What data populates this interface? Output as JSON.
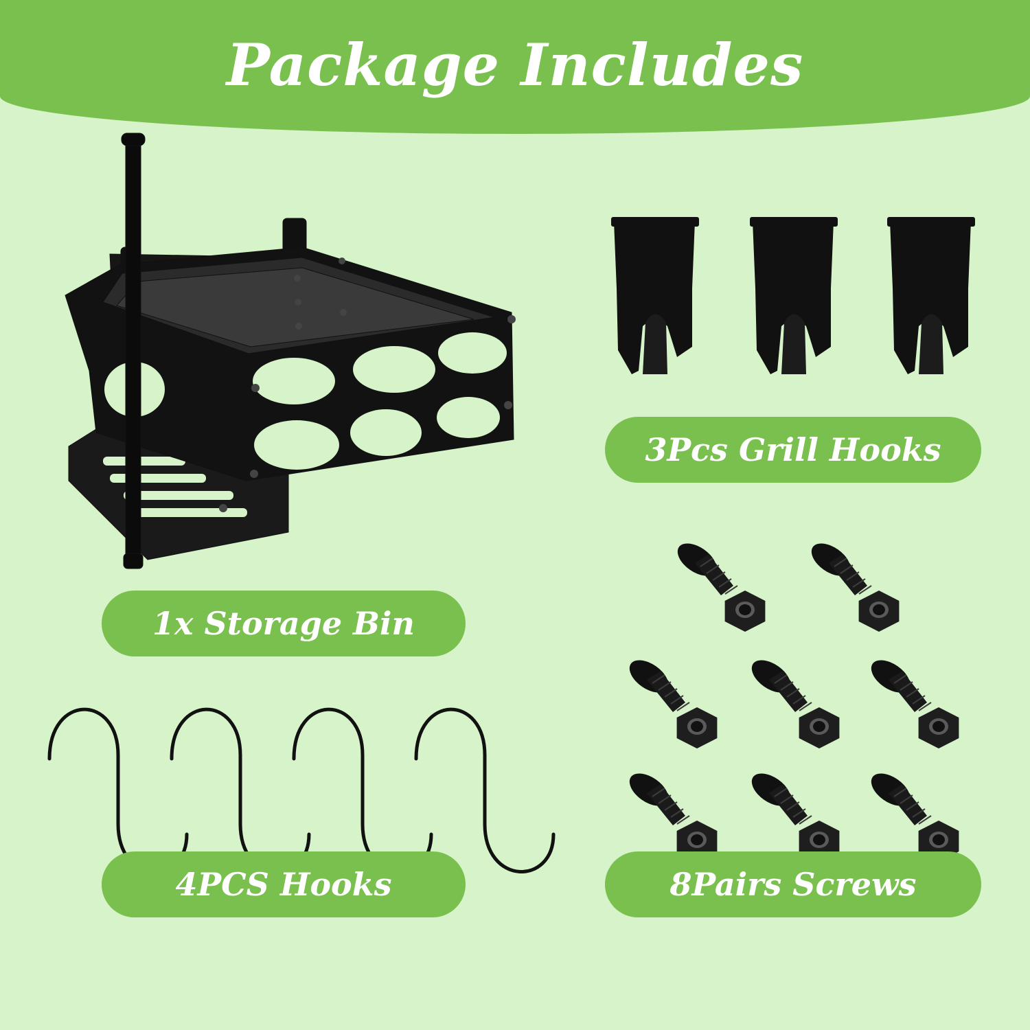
{
  "header": {
    "title": "Package Includes"
  },
  "items": [
    {
      "label": "3Pcs Grill Hooks",
      "icon": "grill-hook-icon",
      "count": 3
    },
    {
      "label": "1x Storage Bin",
      "icon": "storage-bin-icon",
      "count": 1
    },
    {
      "label": "4PCS Hooks",
      "icon": "s-hook-icon",
      "count": 4
    },
    {
      "label": "8Pairs Screws",
      "icon": "screw-nut-icon",
      "count": 8
    }
  ],
  "colors": {
    "background": "#d6f3c9",
    "accent_green": "#79c04e",
    "text": "#ffffff",
    "product_black": "#111111"
  }
}
